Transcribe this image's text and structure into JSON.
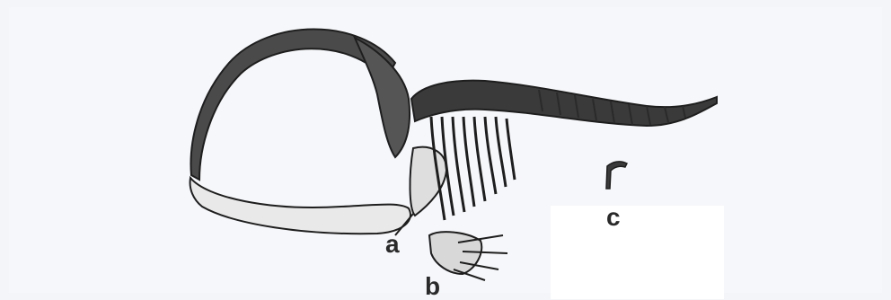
{
  "figure": {
    "labels": {
      "a": "a",
      "b": "b",
      "c": "c"
    },
    "colors": {
      "ink": "#2a2a2a",
      "background": "#f4f5f8"
    }
  }
}
